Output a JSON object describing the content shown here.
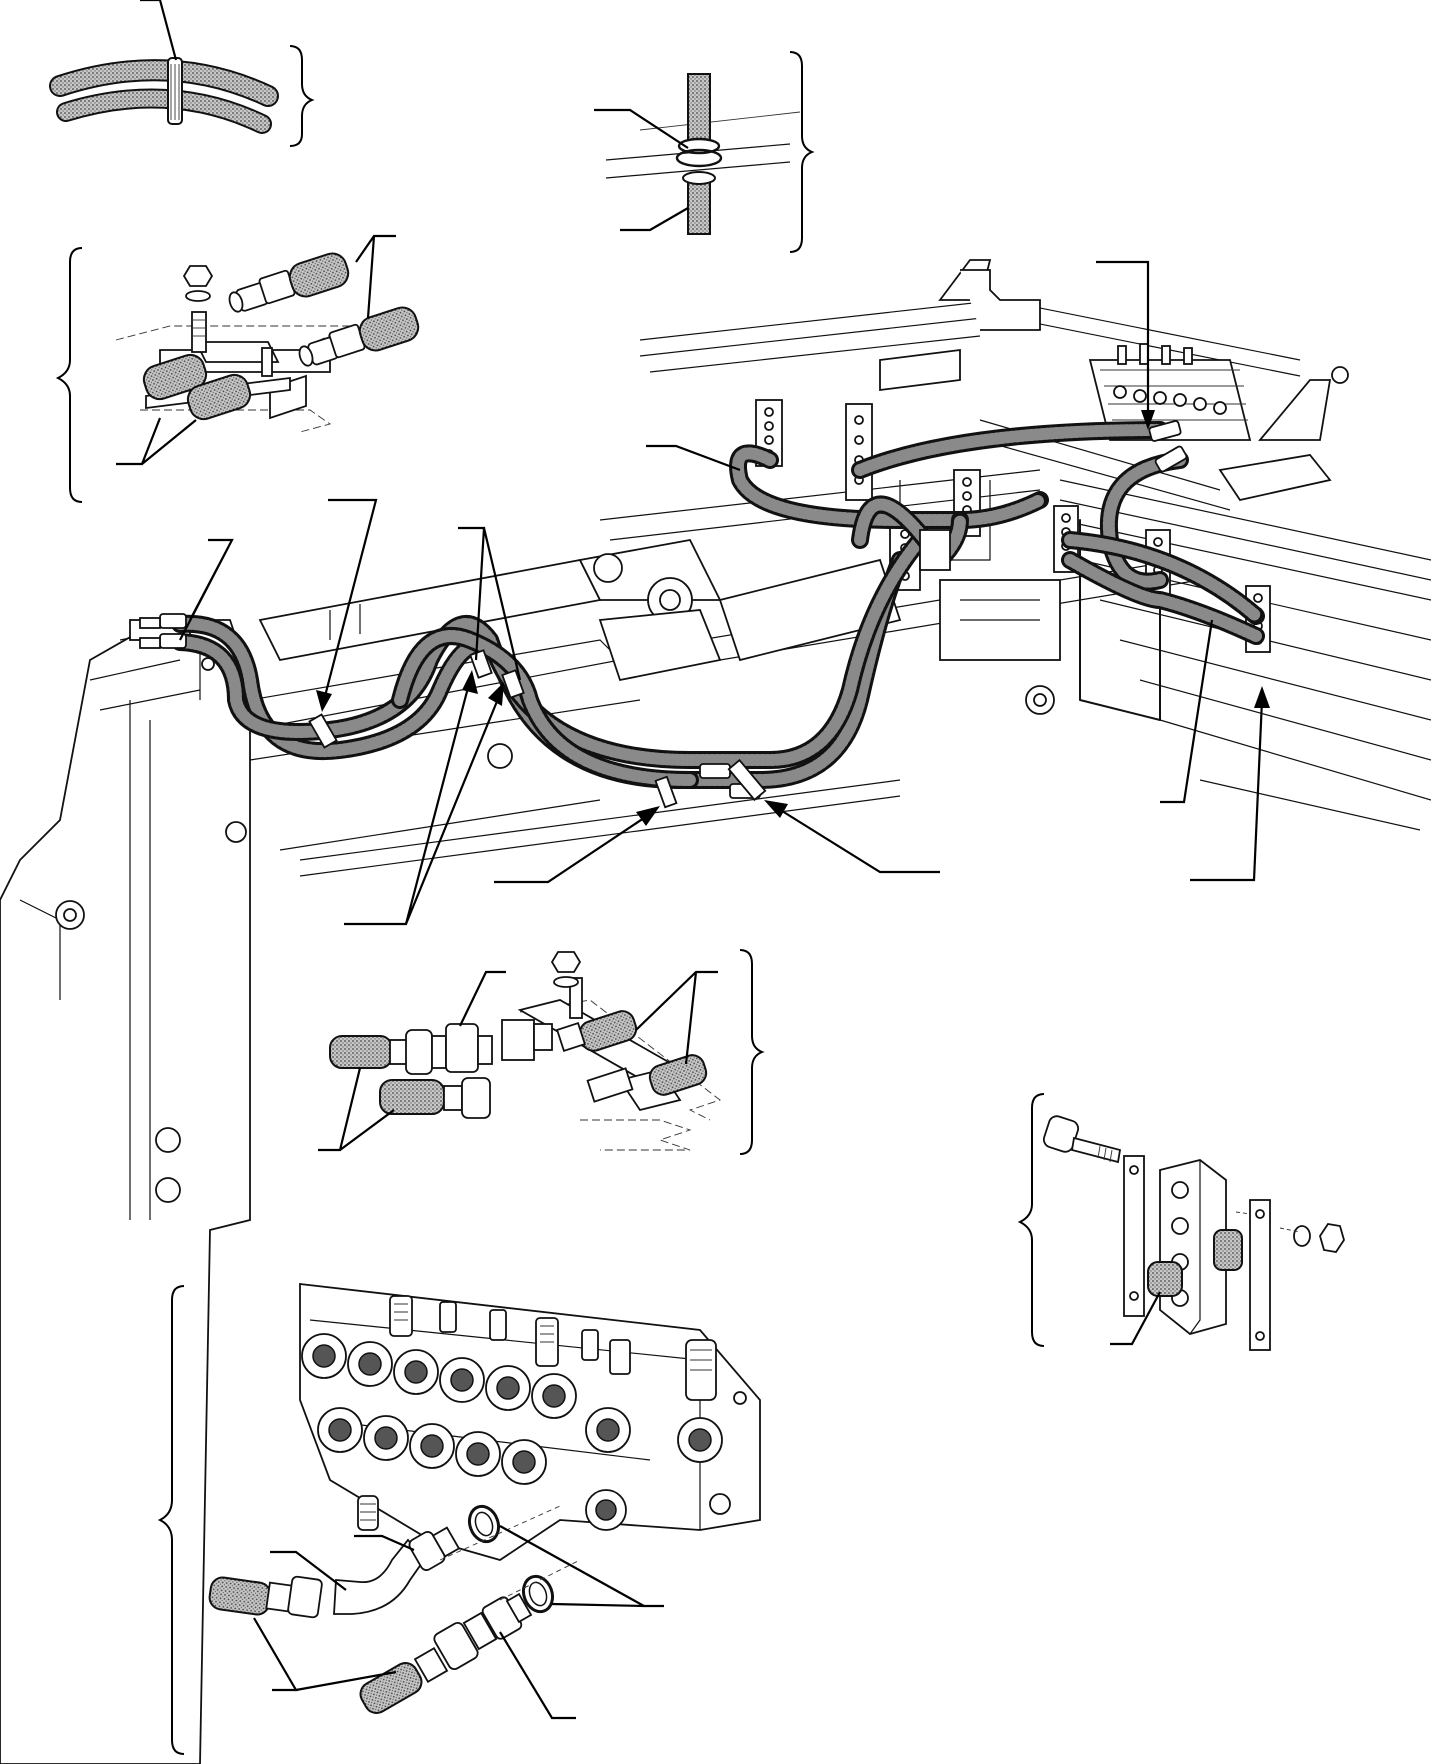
{
  "figure": {
    "background": "#ffffff",
    "line_color": "#111111",
    "hose_color": "#8a8a8a"
  },
  "views": [
    {
      "id": "hose-clamp-detail"
    },
    {
      "id": "grommet-through-plate-detail"
    },
    {
      "id": "hose-bracket-fittings-detail-top"
    },
    {
      "id": "main-boom-hose-routing"
    },
    {
      "id": "hose-bracket-fittings-detail-middle"
    },
    {
      "id": "clamp-block-detail"
    },
    {
      "id": "control-valve-fittings-detail"
    }
  ]
}
